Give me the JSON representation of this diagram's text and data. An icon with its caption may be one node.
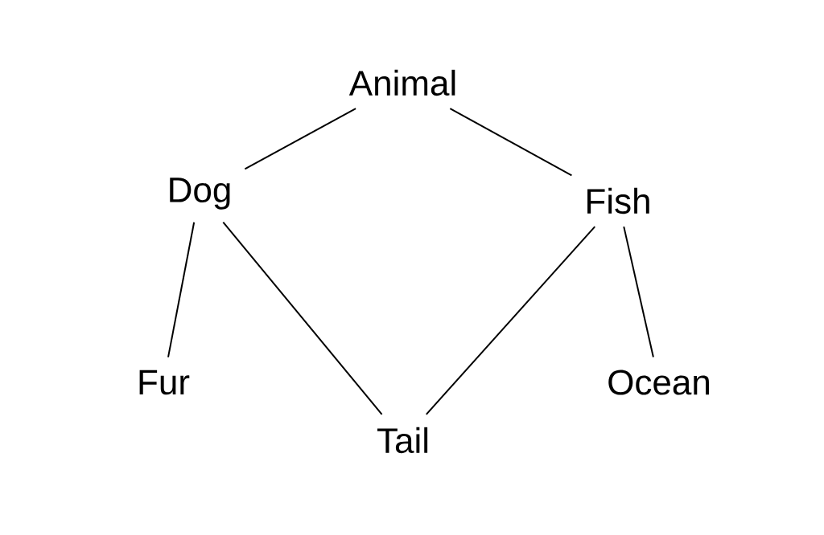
{
  "diagram": {
    "nodes": [
      {
        "text": [
          "Animal"
        ]
      },
      {
        "text": [
          "Dog"
        ]
      },
      {
        "text": [
          "Fish"
        ]
      },
      {
        "text": [
          "Fur"
        ]
      },
      {
        "text": [
          "Tail"
        ]
      },
      {
        "text": [
          "Ocean"
        ]
      }
    ],
    "edges": [
      {
        "from": 0,
        "to": 1,
        "arrow": "none"
      },
      {
        "from": 0,
        "to": 2,
        "arrow": "none"
      },
      {
        "from": 1,
        "to": 3,
        "arrow": "none"
      },
      {
        "from": 1,
        "to": 4,
        "arrow": "none"
      },
      {
        "from": 2,
        "to": 4,
        "arrow": "none"
      },
      {
        "from": 2,
        "to": 5,
        "arrow": "none"
      }
    ]
  }
}
